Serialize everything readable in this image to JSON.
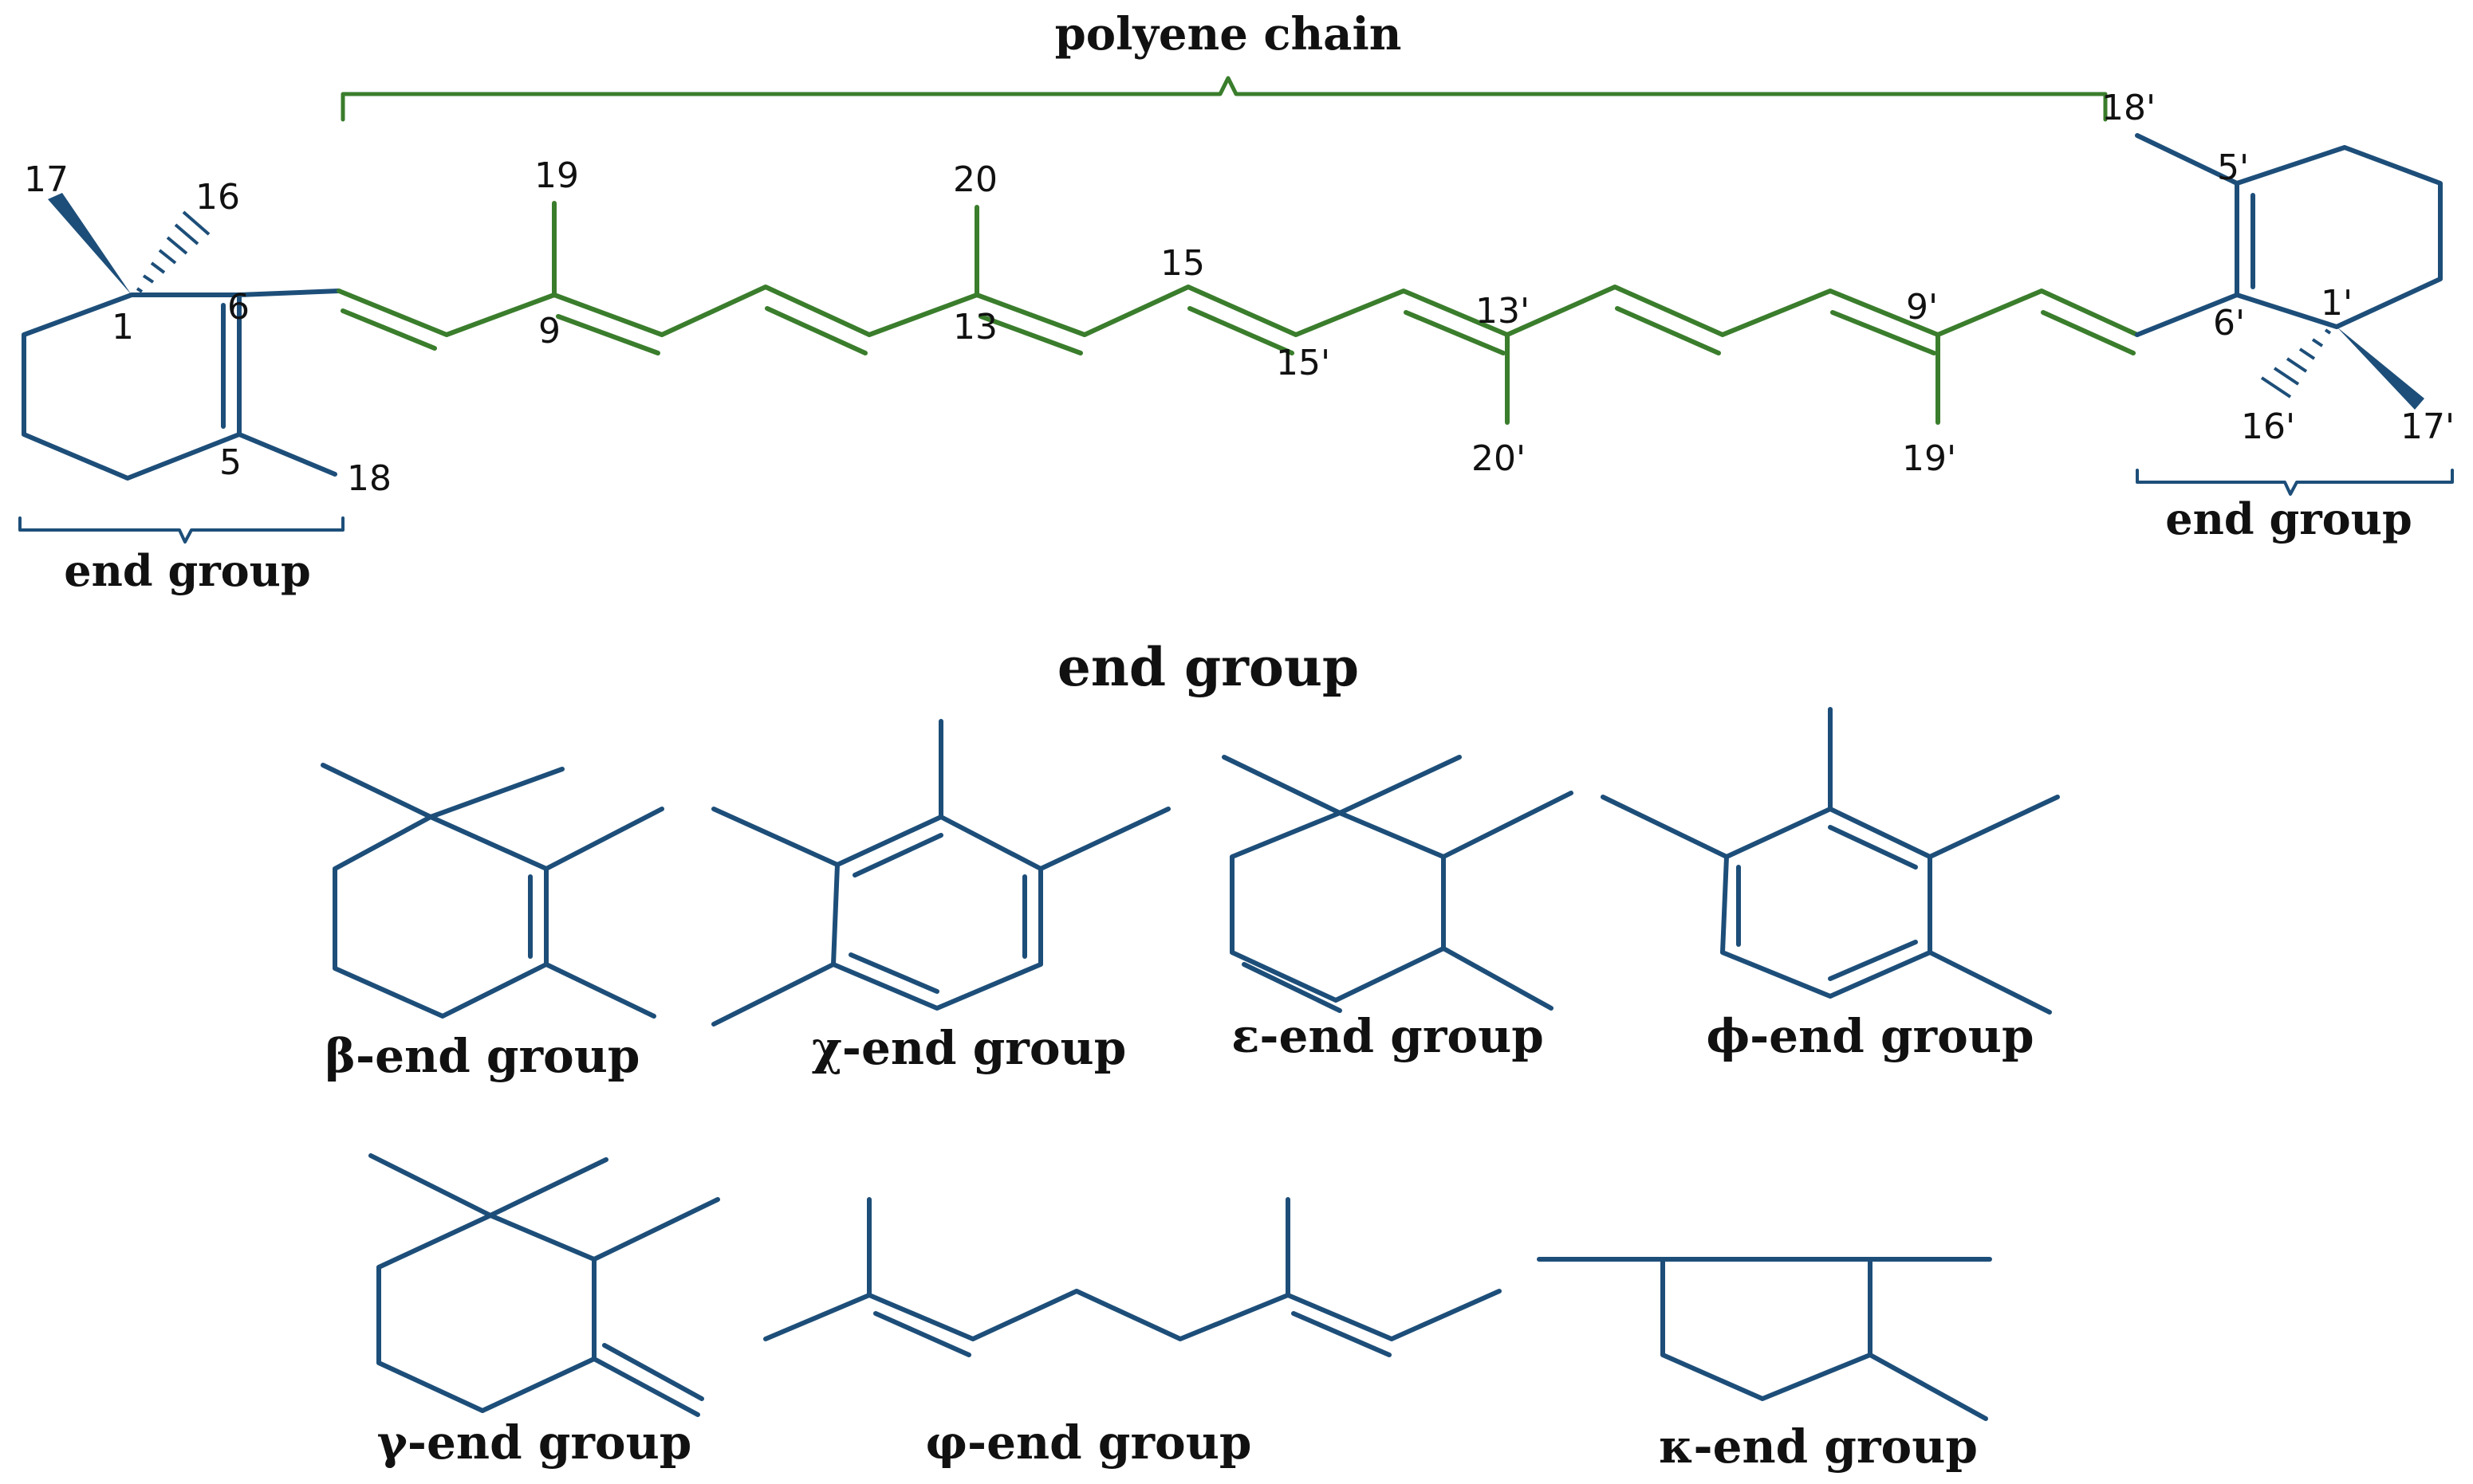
{
  "titles": {
    "polyene_chain": "polyene chain",
    "end_group_left": "end group",
    "end_group_right": "end group",
    "end_group_section": "end group"
  },
  "atom_labels": {
    "c17": "17",
    "c16": "16",
    "c1": "1",
    "c6": "6",
    "c5": "5",
    "c18": "18",
    "c19": "19",
    "c9": "9",
    "c20": "20",
    "c13": "13",
    "c15": "15",
    "c15p": "15'",
    "c13p": "13'",
    "c20p": "20'",
    "c9p": "9'",
    "c19p": "19'",
    "c18p": "18'",
    "c5p": "5'",
    "c6p": "6'",
    "c1p": "1'",
    "c16p": "16'",
    "c17p": "17'"
  },
  "end_groups": [
    {
      "id": "beta",
      "label": "β-end group"
    },
    {
      "id": "chi",
      "label": "χ-end group"
    },
    {
      "id": "epsilon",
      "label": "ε-end group"
    },
    {
      "id": "phi",
      "label": "ϕ-end group"
    },
    {
      "id": "gamma",
      "label": "γ-end group"
    },
    {
      "id": "varphi",
      "label": "φ-end group"
    },
    {
      "id": "kappa",
      "label": "κ-end group"
    }
  ],
  "colors": {
    "end_group": "#1d4e79",
    "polyene": "#3a7d2c",
    "text": "#111111"
  }
}
